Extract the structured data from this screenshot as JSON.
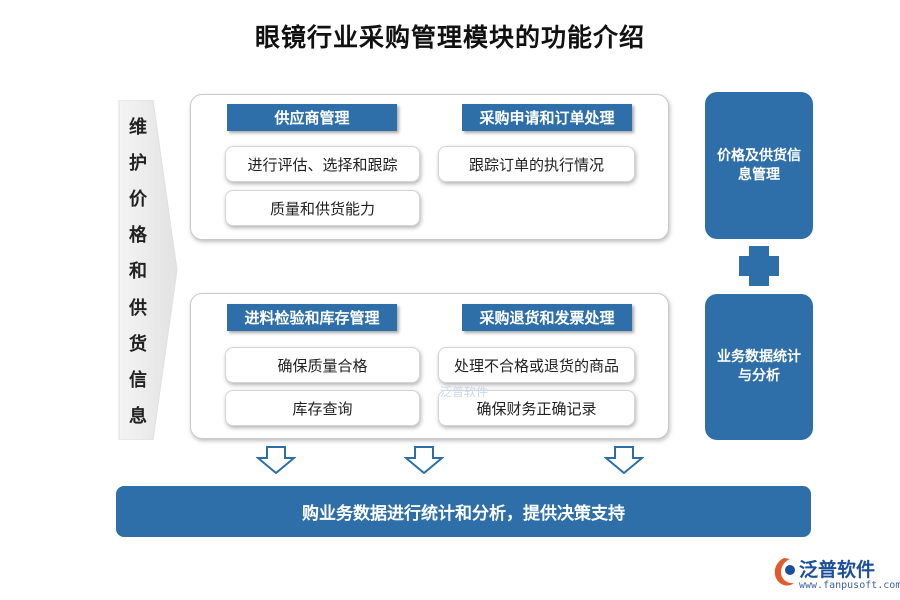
{
  "title": "眼镜行业采购管理模块的功能介绍",
  "left_label": [
    "维",
    "护",
    "价",
    "格",
    "和",
    "供",
    "货",
    "信",
    "息"
  ],
  "top_panel": {
    "left_header": "供应商管理",
    "right_header": "采购申请和订单处理",
    "items": [
      "进行评估、选择和跟踪",
      "跟踪订单的执行情况",
      "质量和供货能力"
    ]
  },
  "bottom_panel": {
    "left_header": "进料检验和库存管理",
    "right_header": "采购退货和发票处理",
    "items": [
      "确保质量合格",
      "处理不合格或退货的商品",
      "库存查询",
      "确保财务正确记录"
    ]
  },
  "right_blocks": {
    "top": "价格及供货信息管理",
    "bottom": "业务数据统计与分析"
  },
  "bottom_bar": "购业务数据进行统计和分析，提供决策支持",
  "logo": {
    "name": "泛普软件",
    "url": "www.fanpusoft.com"
  },
  "watermark": "泛普软件",
  "colors": {
    "primary": "#2e6faa",
    "arrow_outline": "#2e6faa",
    "left_arrow_fill": "#eeeeee"
  }
}
